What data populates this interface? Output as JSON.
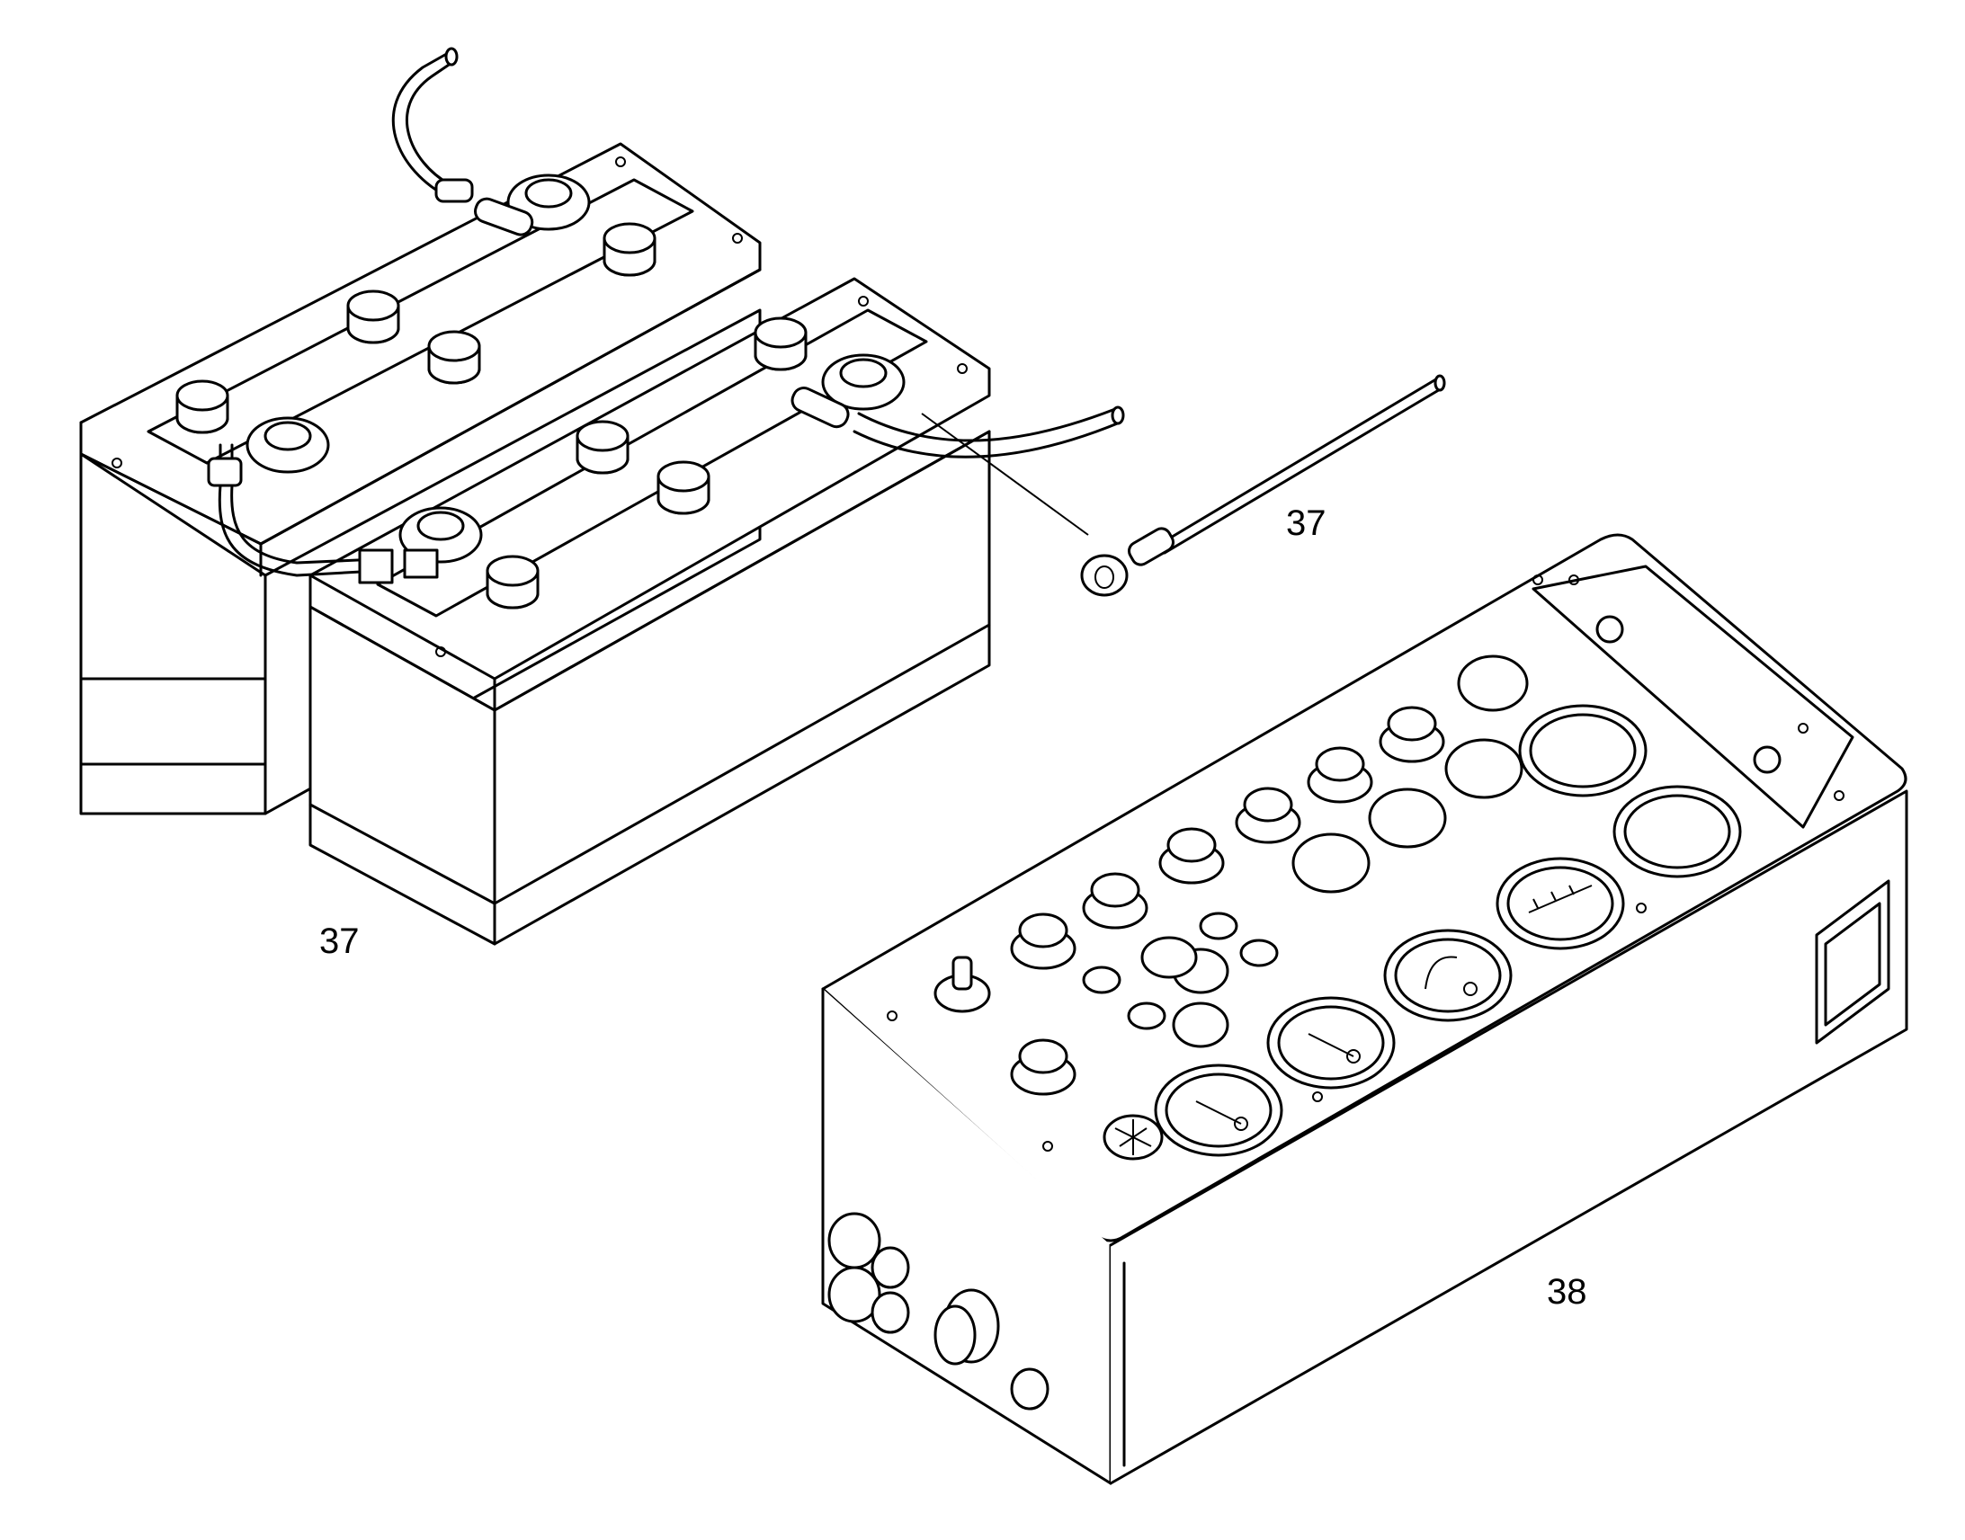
{
  "illustration": {
    "colors": {
      "line": "#000000",
      "background": "#ffffff"
    },
    "callouts": {
      "batteries": "37",
      "battery_cable": "37",
      "control_box": "38"
    }
  }
}
